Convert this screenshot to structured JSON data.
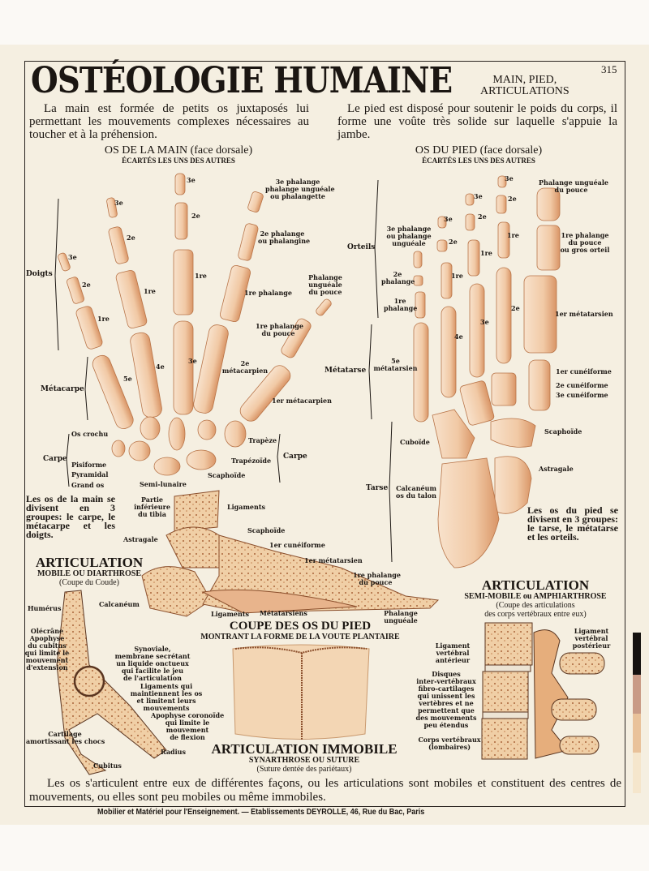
{
  "header": {
    "title": "OSTÉOLOGIE HUMAINE",
    "subtitle_lines": [
      "MAIN, PIED,",
      "ARTICULATIONS"
    ],
    "plate_number": "315"
  },
  "intro": {
    "hand": "La main est formée de petits os juxtaposés lui permettant les mouvements complexes nécessaires au toucher et à la préhension.",
    "foot": "Le pied est disposé pour soutenir le poids du corps, il forme une voûte très solide sur laquelle s'appuie la jambe."
  },
  "hand": {
    "heading": "OS DE LA MAIN (face dorsale)",
    "subheading": "ÉCARTÉS LES UNS DES AUTRES",
    "labels": [
      "3e",
      "3e phalange",
      "phalange unguéale",
      "ou phalangette",
      "3e",
      "2e",
      "3e",
      "2e",
      "1re",
      "Doigts",
      "2e",
      "1re",
      "1re",
      "2e phalange",
      "ou phalangine",
      "1re phalange",
      "Phalange",
      "unguéale",
      "du pouce",
      "1re phalange",
      "du pouce",
      "2e",
      "métacarpien",
      "3e",
      "4e",
      "5e",
      "Métacarpe",
      "1er métacarpien",
      "Os crochu",
      "Trapèze",
      "Carpe",
      "Carpe",
      "Pisiforme",
      "Trapézoïde",
      "Pyramidal",
      "Scaphoïde",
      "Grand os",
      "Semi-lunaire"
    ],
    "note": "Les os de la main se divisent en 3 groupes: le carpe, le métacarpe et les doigts."
  },
  "foot": {
    "heading": "OS DU PIED (face dorsale)",
    "subheading": "ÉCARTÉS LES UNS DES AUTRES",
    "labels": [
      "3e",
      "Phalange unguéale",
      "du pouce",
      "3e",
      "2e",
      "3e",
      "2e",
      "3e phalange",
      "ou phalange",
      "unguéale",
      "Orteils",
      "2e",
      "1re",
      "1re phalange",
      "du pouce",
      "ou gros orteil",
      "1re",
      "1re",
      "2e",
      "phalange",
      "1re",
      "phalange",
      "2e",
      "1er métatarsien",
      "3e",
      "4e",
      "Métatarse",
      "5e",
      "métatarsien",
      "1er cunéiforme",
      "2e cunéiforme",
      "3e cunéiforme",
      "Scaphoïde",
      "Cuboïde",
      "Astragale",
      "Tarse",
      "Calcanéum",
      "os du talon"
    ],
    "note": "Les os du pied se divisent en 3 groupes: le tarse, le métatarse et les orteils."
  },
  "foot_section": {
    "title": "COUPE DES OS DU PIED",
    "subtitle": "MONTRANT LA FORME DE LA VOUTE PLANTAIRE",
    "labels": [
      "Partie",
      "inférieure",
      "du tibia",
      "Ligaments",
      "Scaphoïde",
      "Astragale",
      "1er cunéiforme",
      "1er métatarsien",
      "1re phalange",
      "du pouce",
      "Calcanéum",
      "Ligaments",
      "Métatarsiens",
      "Phalange",
      "unguéale"
    ]
  },
  "elbow": {
    "title": "ARTICULATION",
    "subtitle": "MOBILE OU DIARTHROSE",
    "caption": "(Coupe du Coude)",
    "labels": [
      "Humérus",
      "Olécrâne",
      "Apophyse",
      "du cubitus",
      "qui limite le",
      "mouvement",
      "d'extension",
      "Synoviale,",
      "membrane secrétant",
      "un liquide onctueux",
      "qui facilite le jeu",
      "de l'articulation",
      "Ligaments qui",
      "maintiennent les os",
      "et limitent leurs",
      "mouvements",
      "Apophyse coronoïde",
      "qui limite le",
      "mouvement",
      "de flexion",
      "Cartilage",
      "amortissant les chocs",
      "Radius",
      "Cubitus"
    ]
  },
  "suture": {
    "title": "ARTICULATION IMMOBILE",
    "subtitle": "SYNARTHROSE OU SUTURE",
    "caption": "(Suture dentée des pariétaux)"
  },
  "vertebrae": {
    "title": "ARTICULATION",
    "subtitle": "SEMI-MOBILE ou AMPHIARTHROSE",
    "caption1": "(Coupe des articulations",
    "caption2": "des corps vertébraux entre eux)",
    "labels": [
      "Ligament",
      "vertébral",
      "postérieur",
      "Ligament",
      "vertébral",
      "antérieur",
      "Disques",
      "inter-vertébraux",
      "fibro-cartilages",
      "qui unissent les",
      "vertèbres et ne",
      "permettent que",
      "des mouvements",
      "peu étendus",
      "Corps vertébraux",
      "(lombaires)"
    ]
  },
  "conclusion": "Les os s'articulent entre eux de différentes façons, ou les articulations sont mobiles et constituent des centres de mouvements, ou elles sont peu mobiles ou même immobiles.",
  "footer": "Mobilier et Matériel pour l'Enseignement. —    Etablissements  DEYROLLE, 46, Rue du Bac, Paris",
  "colors": {
    "paper": "#f5efe1",
    "bone": "#f3d2b4",
    "bone_shadow": "#c98456",
    "ink": "#1b1612",
    "color_strip": [
      "#151210",
      "#c99b86",
      "#e9c29a",
      "#f5e6cc"
    ]
  }
}
